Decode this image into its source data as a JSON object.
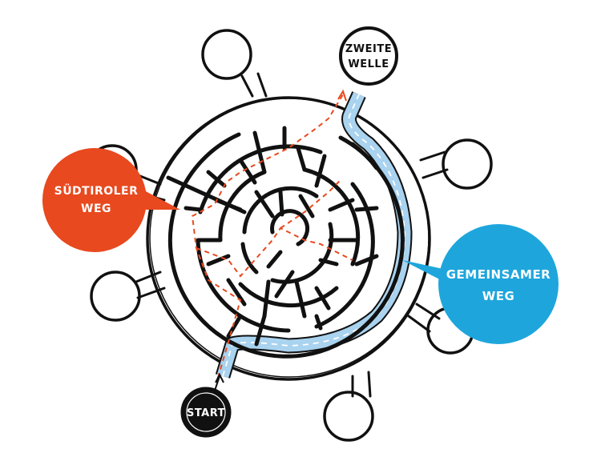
{
  "labels": {
    "start": "START",
    "goal_line1": "ZWEITE",
    "goal_line2": "WELLE",
    "red_line1": "SÜDTIROLER",
    "red_line2": "WEG",
    "blue_line1": "GEMEINSAMER",
    "blue_line2": "WEG"
  },
  "colors": {
    "red_path": "#e8491e",
    "blue_path": "#a9d3ef",
    "blue_badge": "#1ea6dc",
    "red_badge": "#e8491e",
    "ink": "#111111"
  }
}
